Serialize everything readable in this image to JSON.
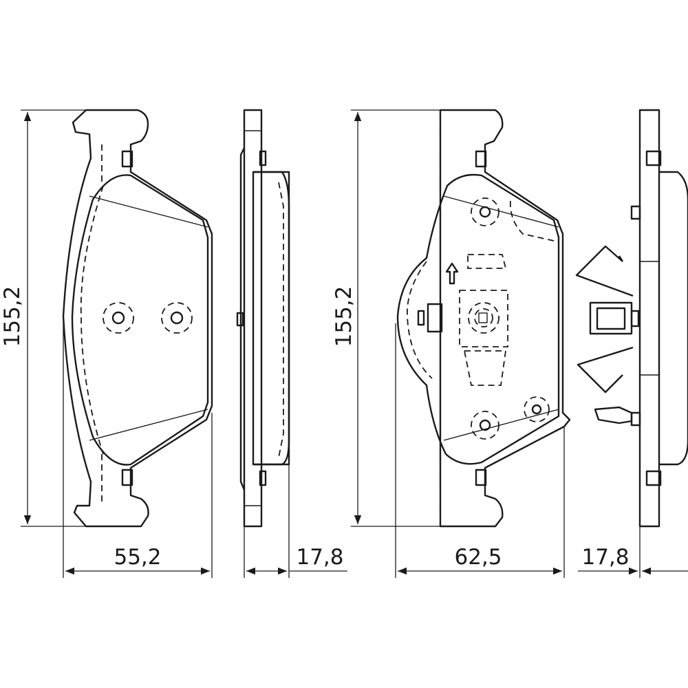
{
  "drawing": {
    "pad_a": {
      "height_label": "155,2",
      "width_label": "55,2",
      "thickness_label": "17,8"
    },
    "pad_b": {
      "height_label": "155,2",
      "width_label": "62,5",
      "thickness_label": "17,8"
    }
  }
}
